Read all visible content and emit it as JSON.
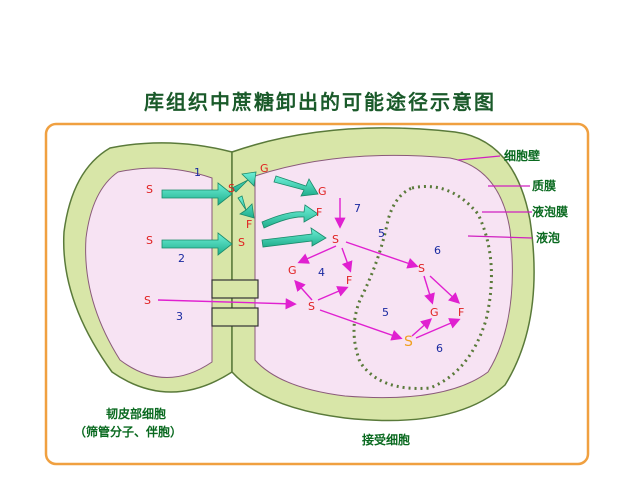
{
  "title": "库组织中蔗糖卸出的可能途径示意图",
  "labels": {
    "cell_wall": "细胞壁",
    "cytoplasm": "质膜",
    "tonoplast": "液泡膜",
    "vacuole": "液泡",
    "phloem_cell": "韧皮部细胞",
    "phloem_sub": "（筛管分子、伴胞）",
    "receiver_cell": "接受细胞"
  },
  "metabolites": {
    "S": "S",
    "G": "G",
    "F": "F"
  },
  "pathways": [
    "1",
    "2",
    "3",
    "4",
    "5",
    "5",
    "6",
    "6",
    "7"
  ],
  "colors": {
    "cell_wall": "#d8e6a8",
    "cytoplasm_fill": "#f7e3f3",
    "frame": "#f0a040",
    "label_green": "#0a6a20",
    "pointer_magenta": "#d020c0",
    "arrow_magenta": "#e020d0",
    "arrow_teal": "#30d0b0",
    "letter_red": "#e02020",
    "number_blue": "#1a2aa0",
    "highlight_s": "#f0a020"
  }
}
